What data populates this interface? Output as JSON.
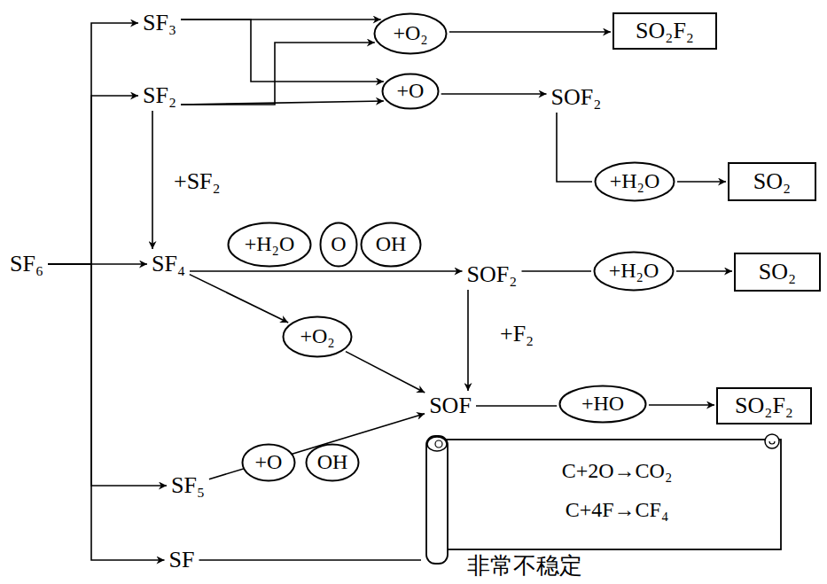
{
  "diagram": {
    "nodes": [
      {
        "text": [
          "SF₃"
        ]
      },
      {
        "text": [
          "+O₂"
        ]
      },
      {
        "text": [
          "SO₂F₂"
        ]
      },
      {
        "text": [
          "SF₂"
        ]
      },
      {
        "text": [
          "+O"
        ]
      },
      {
        "text": [
          "SOF₂"
        ]
      },
      {
        "text": [
          "+H₂O"
        ]
      },
      {
        "text": [
          "SO₂"
        ]
      },
      {
        "text": [
          "SF₆"
        ]
      },
      {
        "text": [
          "SF₄"
        ]
      },
      {
        "text": [
          "+H₂O"
        ]
      },
      {
        "text": [
          "O"
        ]
      },
      {
        "text": [
          "OH"
        ]
      },
      {
        "text": [
          "SOF₂"
        ]
      },
      {
        "text": [
          "+H₂O"
        ]
      },
      {
        "text": [
          "SO₂"
        ]
      },
      {
        "text": [
          "+O₂"
        ]
      },
      {
        "text": [
          "SOF"
        ]
      },
      {
        "text": [
          "+HO"
        ]
      },
      {
        "text": [
          "SO₂F₂"
        ]
      },
      {
        "text": [
          "SF₅"
        ]
      },
      {
        "text": [
          "+O"
        ]
      },
      {
        "text": [
          "OH"
        ]
      },
      {
        "text": [
          "C+2O→CO₂",
          "C+4F→CF₄"
        ]
      },
      {
        "text": [
          "SF"
        ]
      }
    ],
    "edges": [
      {
        "from": 8,
        "to": 0,
        "arrow": "to"
      },
      {
        "from": 8,
        "to": 3,
        "arrow": "to"
      },
      {
        "from": 8,
        "to": 9,
        "arrow": "to"
      },
      {
        "from": 8,
        "to": 20,
        "arrow": "to"
      },
      {
        "from": 8,
        "to": 24,
        "arrow": "to"
      },
      {
        "from": 0,
        "to": 1,
        "arrow": "to"
      },
      {
        "from": 3,
        "to": 1,
        "arrow": "to"
      },
      {
        "from": 0,
        "to": 4,
        "arrow": "to"
      },
      {
        "from": 3,
        "to": 4,
        "arrow": "to"
      },
      {
        "from": 1,
        "to": 2,
        "arrow": "to"
      },
      {
        "from": 4,
        "to": 5,
        "arrow": "to"
      },
      {
        "from": 5,
        "to": 6,
        "arrow": "none"
      },
      {
        "from": 6,
        "to": 7,
        "arrow": "to"
      },
      {
        "from": 3,
        "to": 9,
        "label": "+SF₂",
        "arrow": "to"
      },
      {
        "from": 9,
        "to": 13,
        "arrow": "to"
      },
      {
        "from": 13,
        "to": 14,
        "arrow": "none"
      },
      {
        "from": 14,
        "to": 15,
        "arrow": "to"
      },
      {
        "from": 9,
        "to": 16,
        "arrow": "to"
      },
      {
        "from": 16,
        "to": 17,
        "arrow": "to"
      },
      {
        "from": 13,
        "to": 17,
        "label": "+F₂",
        "arrow": "to"
      },
      {
        "from": 20,
        "to": 17,
        "arrow": "to"
      },
      {
        "from": 17,
        "to": 18,
        "arrow": "none"
      },
      {
        "from": 18,
        "to": 19,
        "arrow": "to"
      },
      {
        "from": 24,
        "to": 23,
        "arrow": "none"
      }
    ],
    "labels": [
      "非常不稳定"
    ]
  }
}
